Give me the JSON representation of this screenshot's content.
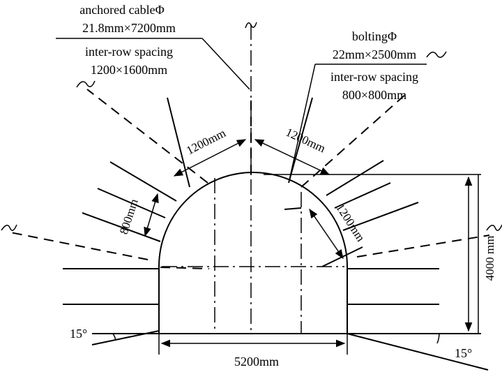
{
  "cable_label": {
    "line1": "anchored cableΦ",
    "line2": "21.8mm×7200mm",
    "line3": "inter-row spacing",
    "line4": "1200×1600mm"
  },
  "bolt_label": {
    "line1": "boltingΦ",
    "line2": "22mm×2500mm",
    "line3": "inter-row spacing",
    "line4": "800×800mm"
  },
  "dimensions": {
    "arc_left": "1200mm",
    "arc_right": "1200mm",
    "arc_side": "1200mm",
    "bolt_gap": "800mm",
    "height": "4000 mm",
    "width": "5200mm"
  },
  "angles": {
    "left": "15°",
    "right": "15°"
  }
}
